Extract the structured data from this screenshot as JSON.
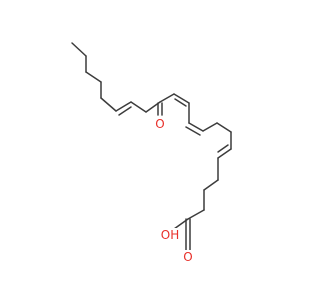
{
  "structure": {
    "atoms": [
      {
        "id": "O-ketone",
        "symbol": "O",
        "color": "#e8302a"
      },
      {
        "id": "O-hydroxyl",
        "symbol": "OH",
        "color": "#e8302a"
      },
      {
        "id": "O-carbonyl",
        "symbol": "O",
        "color": "#e8302a"
      }
    ],
    "bond_color": "#3c3c3c",
    "background": "#ffffff"
  }
}
